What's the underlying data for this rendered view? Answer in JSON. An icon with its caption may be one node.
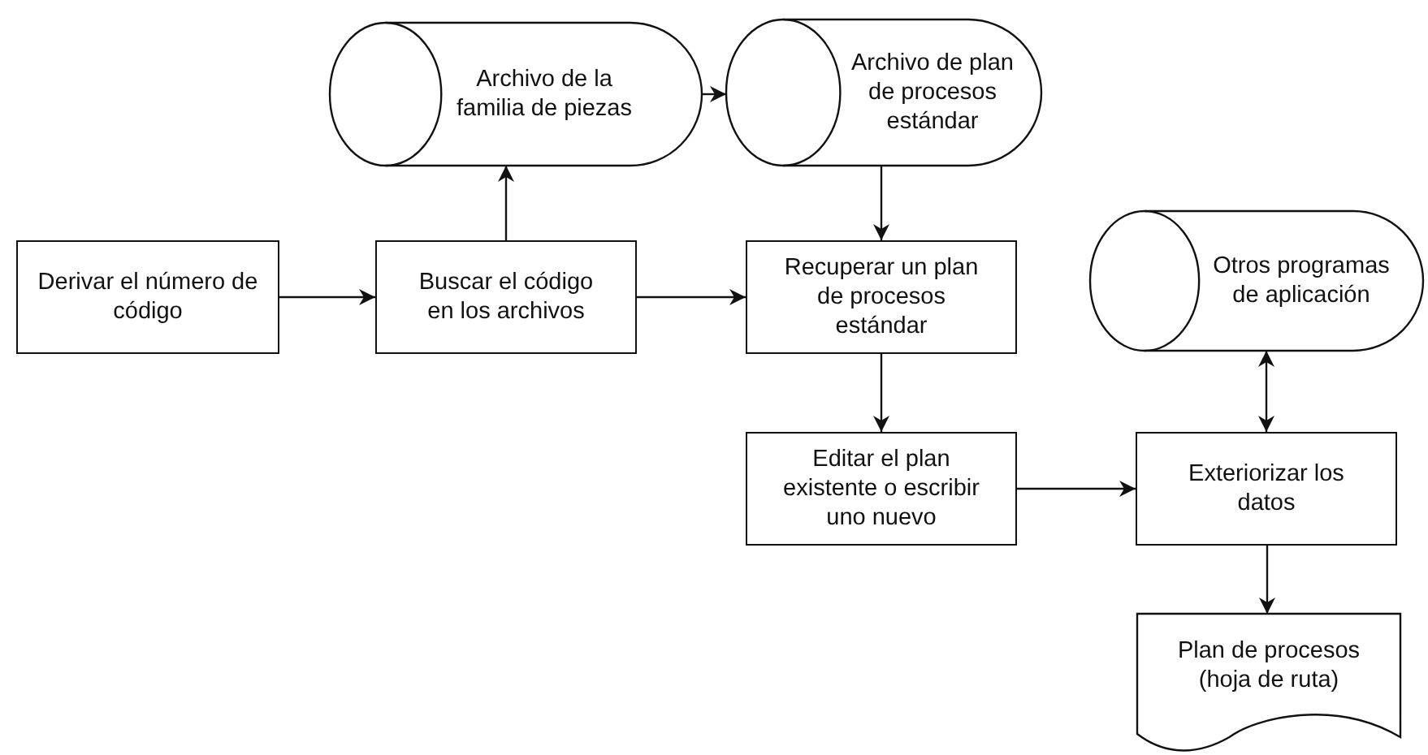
{
  "diagram": {
    "nodes": [
      {
        "text": [
          "Derivar el número de código"
        ]
      },
      {
        "text": [
          "Buscar el código en los archivos"
        ]
      },
      {
        "text": [
          "Archivo de la familia de piezas"
        ]
      },
      {
        "text": [
          "Archivo de plan de procesos estándar"
        ]
      },
      {
        "text": [
          "Recuperar un plan de procesos estándar"
        ]
      },
      {
        "text": [
          "Editar el plan existente o escribir uno nuevo"
        ]
      },
      {
        "text": [
          "Otros programas de aplicación"
        ]
      },
      {
        "text": [
          "Exteriorizar los datos"
        ]
      },
      {
        "text": [
          "Plan de procesos (hoja de ruta)"
        ]
      }
    ],
    "edges": [
      {
        "from": 0,
        "to": 1,
        "arrow": "to"
      },
      {
        "from": 1,
        "to": 2,
        "arrow": "to"
      },
      {
        "from": 2,
        "to": 3,
        "arrow": "to"
      },
      {
        "from": 1,
        "to": 4,
        "arrow": "to"
      },
      {
        "from": 3,
        "to": 4,
        "arrow": "to"
      },
      {
        "from": 4,
        "to": 5,
        "arrow": "to"
      },
      {
        "from": 5,
        "to": 7,
        "arrow": "to"
      },
      {
        "from": 7,
        "to": 6,
        "arrow": "both"
      },
      {
        "from": 7,
        "to": 8,
        "arrow": "to"
      }
    ]
  }
}
